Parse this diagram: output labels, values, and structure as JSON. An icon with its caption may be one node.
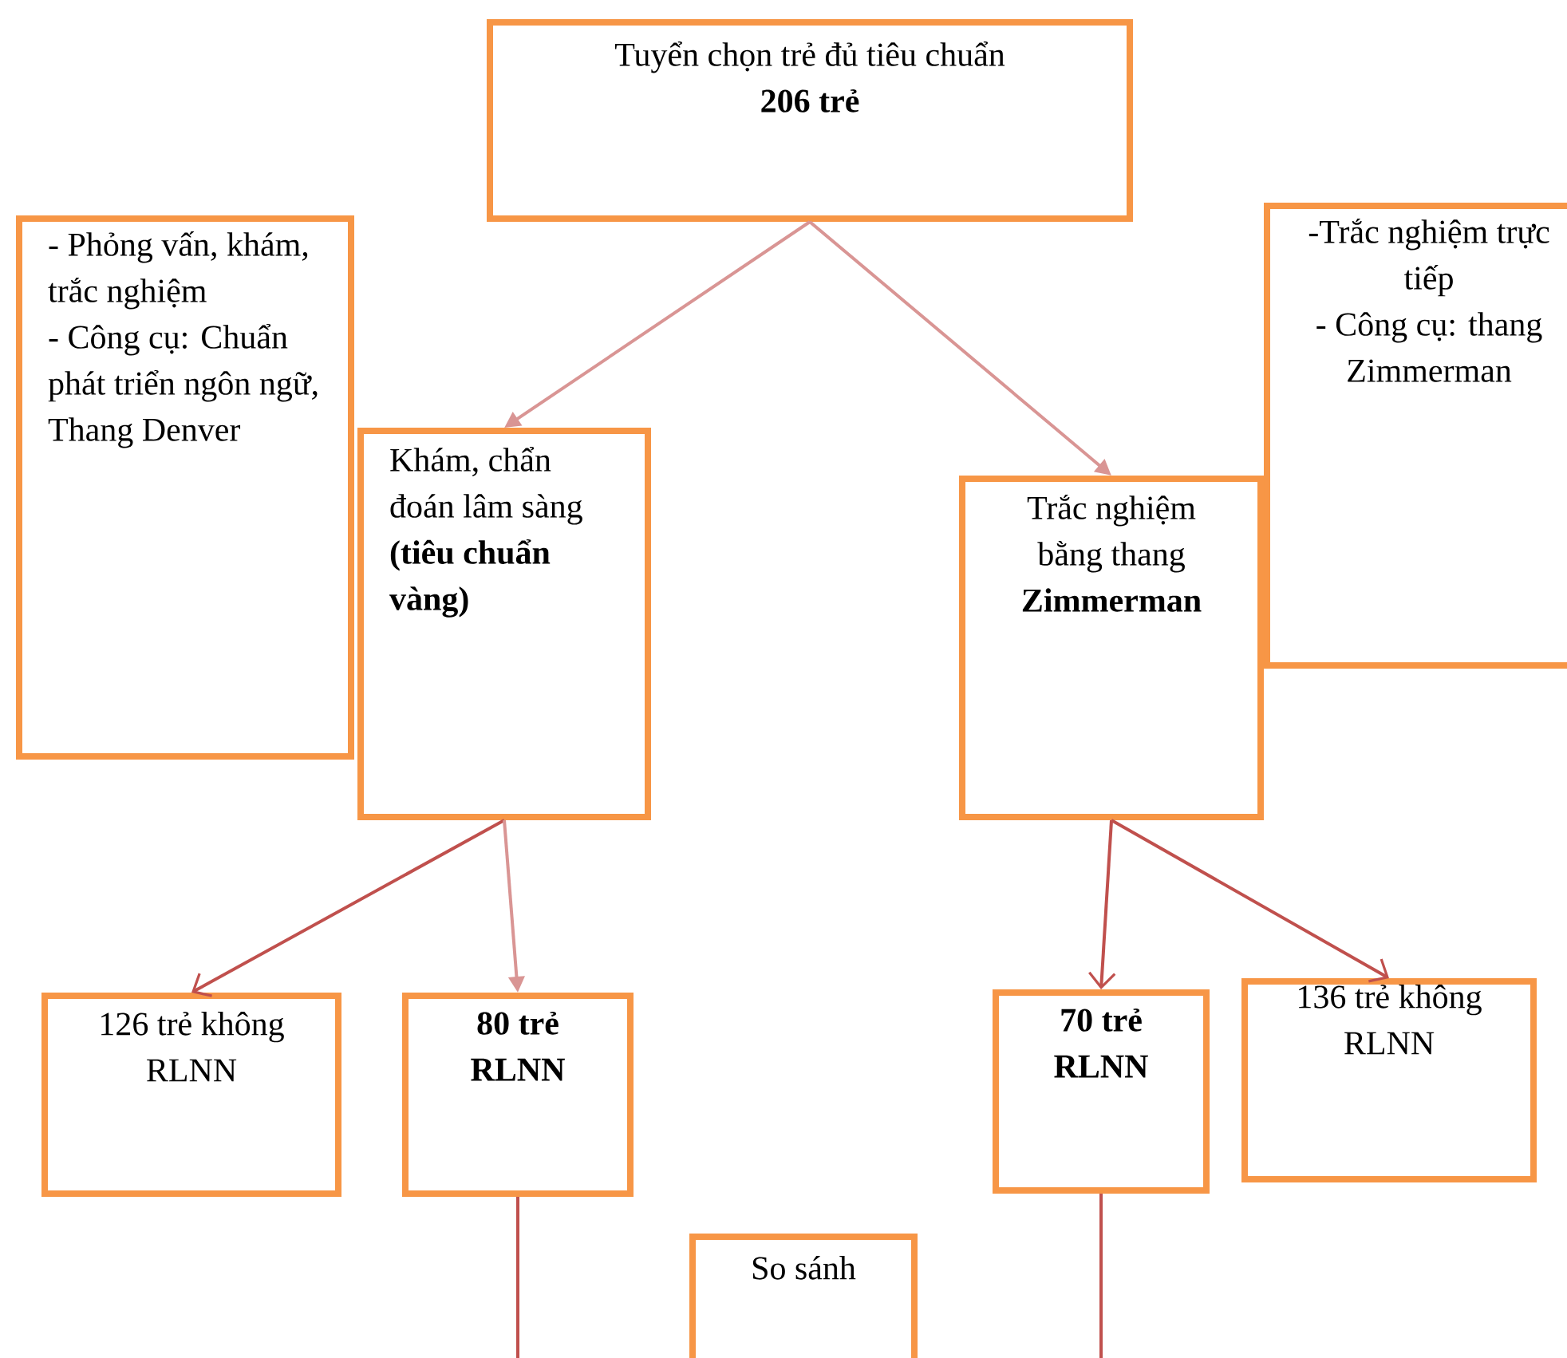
{
  "diagram": {
    "nodes": [
      {
        "text": [
          "Tuyển chọn trẻ đủ tiêu chuẩn",
          "206 trẻ"
        ]
      },
      {
        "text": [
          "- Phỏng vấn, khám, trắc nghiệm",
          "- Công cụ: Chuẩn phát triển ngôn ngữ, Thang Denver"
        ]
      },
      {
        "text": [
          "Khám, chẩn đoán lâm sàng **(tiêu chuẩn vàng)**"
        ]
      },
      {
        "text": [
          "-Trắc nghiệm trực tiếp",
          "- Công cụ: thang Zimmerman"
        ]
      },
      {
        "text": [
          "Trắc nghiệm bằng thang **Zimmerman**"
        ]
      },
      {
        "text": [
          "126 trẻ không RLNN"
        ]
      },
      {
        "text": [
          "80 trẻ RLNN"
        ]
      },
      {
        "text": [
          "70 trẻ RLNN"
        ]
      },
      {
        "text": [
          "136 trẻ không RLNN"
        ]
      },
      {
        "text": [
          "So sánh"
        ]
      }
    ],
    "edges": [
      {
        "from": 0,
        "to": 2,
        "arrow": "to",
        "color": "#d99594"
      },
      {
        "from": 0,
        "to": 4,
        "arrow": "to",
        "color": "#d99594"
      },
      {
        "from": 2,
        "to": 5,
        "arrow": "to"
      },
      {
        "from": 2,
        "to": 6,
        "arrow": "to",
        "color": "#d99594"
      },
      {
        "from": 4,
        "to": 7,
        "arrow": "to"
      },
      {
        "from": 4,
        "to": 8,
        "arrow": "to"
      },
      {
        "from": 6,
        "to": null,
        "arrow": "none"
      },
      {
        "from": 7,
        "to": null,
        "arrow": "none"
      }
    ]
  }
}
